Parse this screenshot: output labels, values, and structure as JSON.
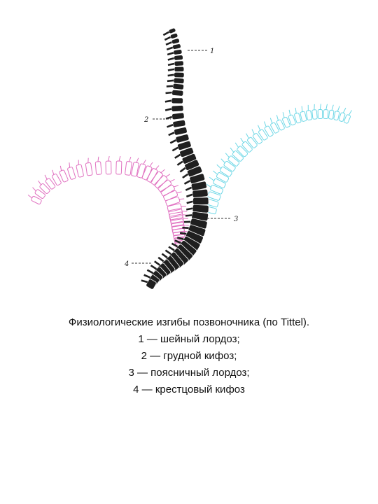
{
  "diagram": {
    "callouts": [
      "1",
      "2",
      "3",
      "4"
    ],
    "colors": {
      "spine": "#1f1f1f",
      "pink_curve": "#e070c0",
      "cyan_curve": "#6ed7e6"
    }
  },
  "caption": {
    "lines": [
      "Физиологические изгибы позвоночника (по Tittel).",
      "1 — шейный лордоз;",
      "2 — грудной кифоз;",
      "3 — поясничный лордоз;",
      "4 — крестцовый кифоз"
    ]
  }
}
